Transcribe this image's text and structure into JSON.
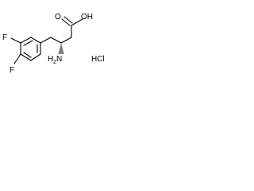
{
  "structure": {
    "atoms": {
      "fluorine_top": "F",
      "fluorine_bottom": "F",
      "carboxyl_oxygen": "O",
      "hydroxyl": "OH",
      "amine_n": "N",
      "amine_h": "H",
      "amine_sub": "2"
    },
    "salt": "HCl",
    "colors": {
      "ink": "#000000",
      "background": "#ffffff"
    }
  }
}
